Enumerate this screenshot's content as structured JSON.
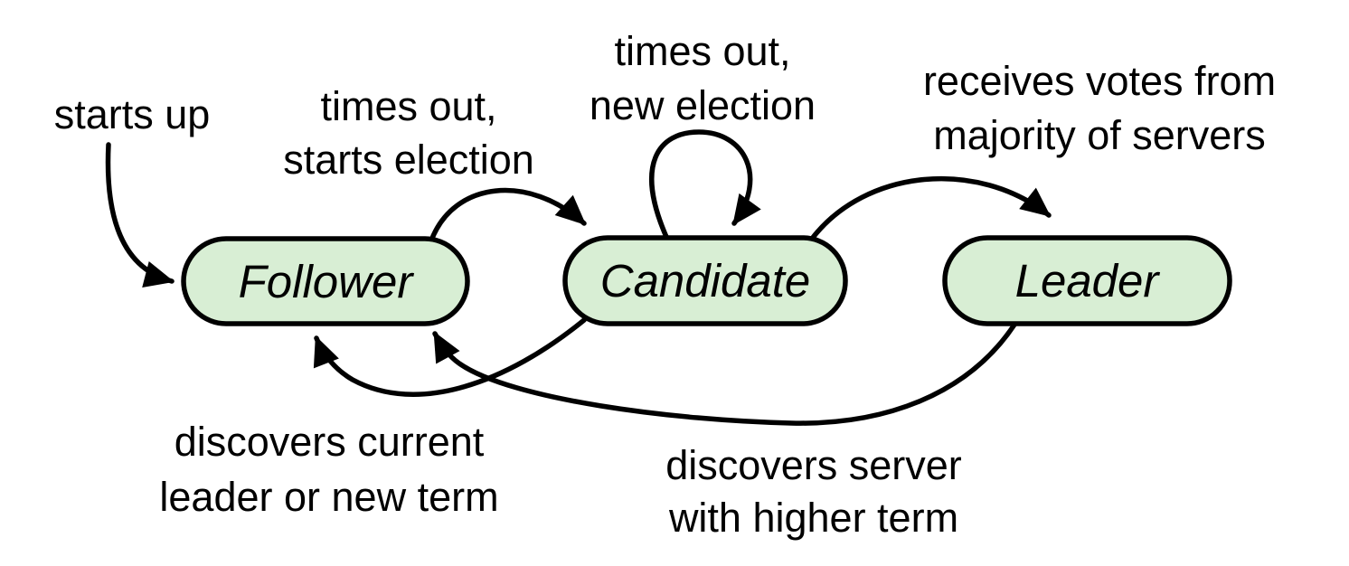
{
  "colors": {
    "background": "#ffffff",
    "state_fill": "#d8eed4",
    "line_color": "#000000",
    "text_color": "#000000"
  },
  "states": {
    "follower": {
      "label": "Follower"
    },
    "candidate": {
      "label": "Candidate"
    },
    "leader": {
      "label": "Leader"
    }
  },
  "transitions": {
    "starts_up": {
      "lines": [
        "starts up"
      ]
    },
    "follower_to_candidate": {
      "lines": [
        "times out,",
        "starts election"
      ]
    },
    "candidate_self_loop": {
      "lines": [
        "times out,",
        "new election"
      ]
    },
    "candidate_to_leader": {
      "lines": [
        "receives votes from",
        "majority of servers"
      ]
    },
    "candidate_to_follower": {
      "lines": [
        "discovers current",
        "leader or new term"
      ]
    },
    "leader_to_follower": {
      "lines": [
        "discovers server",
        "with higher term"
      ]
    }
  }
}
